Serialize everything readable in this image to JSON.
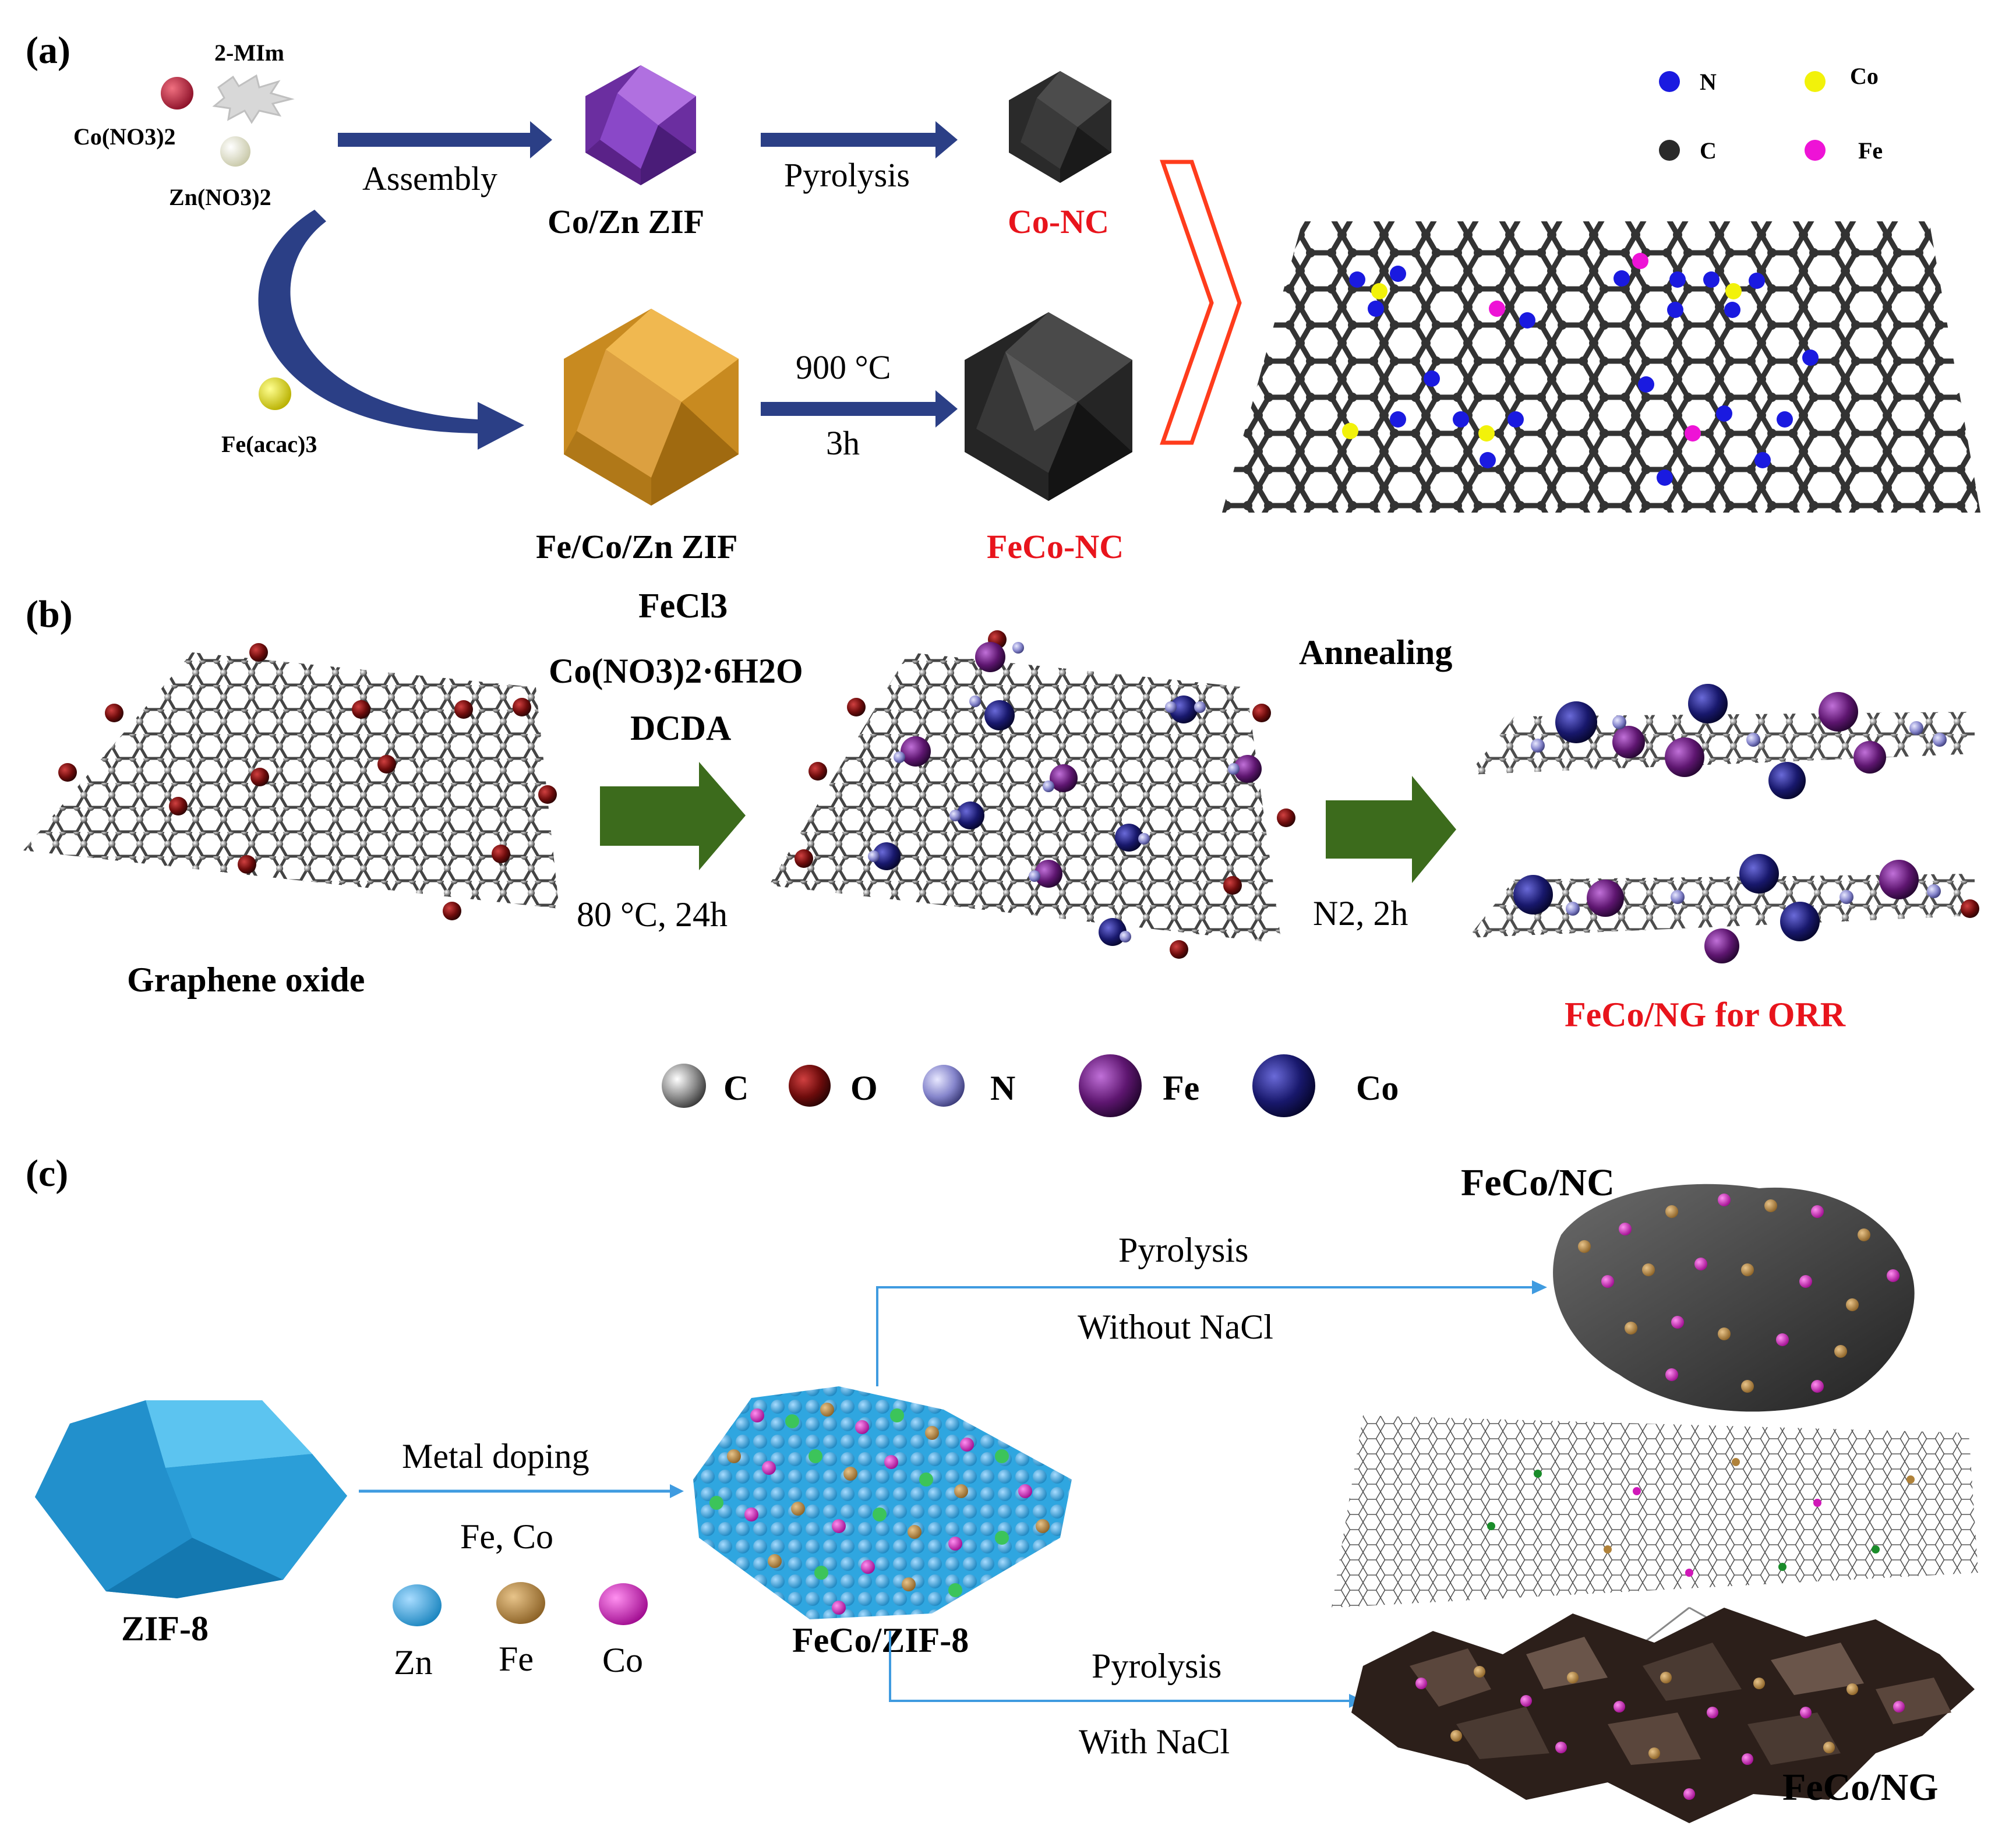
{
  "colors": {
    "arrow_navy": "#2b3f86",
    "arrow_green": "#3c6b1c",
    "line_blue": "#3f9be0",
    "red_label": "#e8141c",
    "purple_ziF": "#7a3db0",
    "gold_zif": "#d29b2c",
    "black_nc": "#2e2e2e",
    "zif8_blue": "#2f9ed8",
    "atom_N": "#1a1ae0",
    "atom_C": "#2a2a2a",
    "atom_Co_yellow": "#f2f20a",
    "atom_Fe_magenta": "#ee13d6",
    "ball_C": "#9a9a9a",
    "ball_O": "#7a0e0e",
    "ball_N": "#8f8fd6",
    "ball_Fe": "#6a1c7c",
    "ball_Co": "#1c1c78",
    "dope_Zn": "#2fa6e0",
    "dope_Fe": "#b0823a",
    "dope_Co": "#d018b8"
  },
  "panel_a": {
    "label": "(a)",
    "reagent_mim": "2-MIm",
    "reagent_co": "Co(NO3)2",
    "reagent_zn": "Zn(NO3)2",
    "reagent_fe": "Fe(acac)3",
    "step_assembly": "Assembly",
    "step_pyrolysis": "Pyrolysis",
    "step_temp": "900 °C",
    "step_time": "3h",
    "product_cozn": "Co/Zn ZIF",
    "product_conc": "Co-NC",
    "product_fecozn": "Fe/Co/Zn ZIF",
    "product_feconc": "FeCo-NC",
    "legend": [
      {
        "symbol": "N",
        "color": "#1a1ae0"
      },
      {
        "symbol": "Co",
        "color": "#f2f20a"
      },
      {
        "symbol": "C",
        "color": "#2a2a2a"
      },
      {
        "symbol": "Fe",
        "color": "#ee13d6"
      }
    ]
  },
  "panel_b": {
    "label": "(b)",
    "reagent_1": "FeCl3",
    "reagent_2": "Co(NO3)2·6H2O",
    "reagent_3": "DCDA",
    "condition_1": "80 °C, 24h",
    "step_anneal": "Annealing",
    "condition_2": "N2, 2h",
    "start_label": "Graphene oxide",
    "product_label": "FeCo/NG for ORR",
    "legend": [
      {
        "symbol": "C",
        "color": "#9a9a9a"
      },
      {
        "symbol": "O",
        "color": "#7a0e0e"
      },
      {
        "symbol": "N",
        "color": "#8f8fd6"
      },
      {
        "symbol": "Fe",
        "color": "#6a1c7c"
      },
      {
        "symbol": "Co",
        "color": "#1c1c78"
      }
    ]
  },
  "panel_c": {
    "label": "(c)",
    "start_label": "ZIF-8",
    "step_doping": "Metal doping",
    "dopants": "Fe, Co",
    "legend": [
      {
        "symbol": "Zn",
        "color": "#2fa6e0"
      },
      {
        "symbol": "Fe",
        "color": "#b0823a"
      },
      {
        "symbol": "Co",
        "color": "#d018b8"
      }
    ],
    "intermediate_label": "FeCo/ZIF-8",
    "upper_step": "Pyrolysis",
    "upper_condition": "Without NaCl",
    "upper_product": "FeCo/NC",
    "lower_step": "Pyrolysis",
    "lower_condition": "With NaCl",
    "lower_product": "FeCo/NG"
  }
}
